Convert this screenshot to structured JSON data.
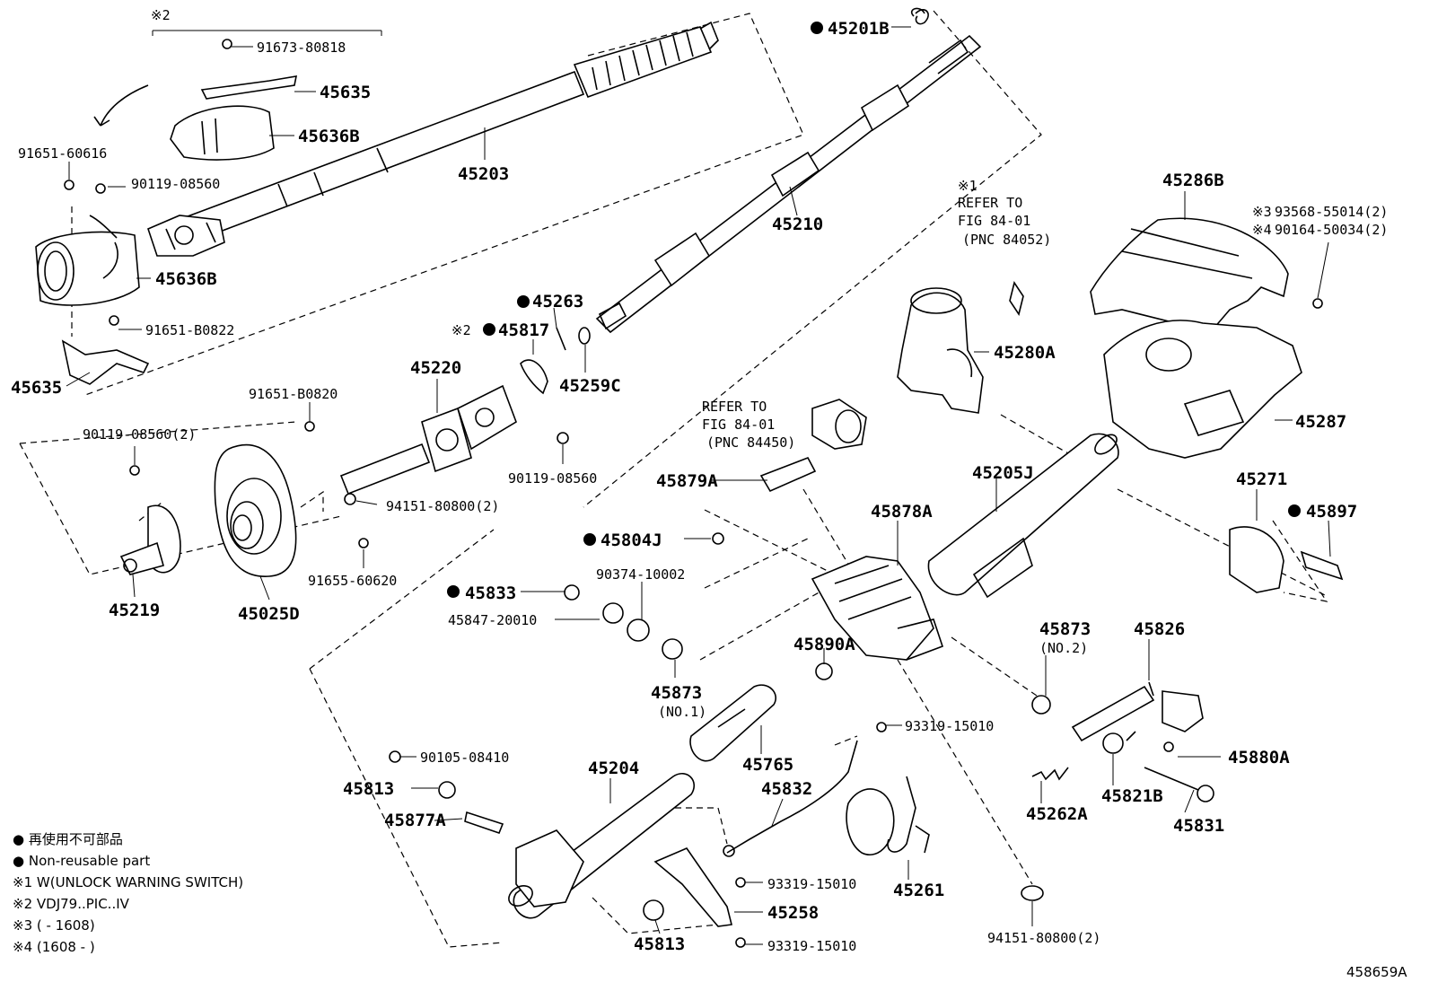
{
  "figure_id": "458659A",
  "callouts": {
    "c_45201B": "45201B",
    "c_91673": "91673-80818",
    "c_45635_top": "45635",
    "c_45636B_top": "45636B",
    "c_91651_60616": "91651-60616",
    "c_90119_08560_a": "90119-08560",
    "c_45203": "45203",
    "c_45636B_mid": "45636B",
    "c_91651_B0822": "91651-B0822",
    "c_45635_low": "45635",
    "c_45210": "45210",
    "c_45263": "45263",
    "c_45817": "45817",
    "c_45259C": "45259C",
    "c_45220": "45220",
    "c_91651_B0820": "91651-B0820",
    "c_90119_08560_2": "90119-08560(2)",
    "c_90119_08560_b": "90119-08560",
    "c_94151_a": "94151-80800(2)",
    "c_91655": "91655-60620",
    "c_45219": "45219",
    "c_45025D": "45025D",
    "c_45280A": "45280A",
    "c_45286B": "45286B",
    "c_93568": "93568-55014(2)",
    "c_90164": "90164-50034(2)",
    "c_45287": "45287",
    "c_45879A": "45879A",
    "c_45205J": "45205J",
    "c_45804J": "45804J",
    "c_45878A": "45878A",
    "c_45271": "45271",
    "c_45897": "45897",
    "c_90374": "90374-10002",
    "c_45833": "45833",
    "c_45847": "45847-20010",
    "c_45873_no1": "45873",
    "c_no1": "(NO.1)",
    "c_45890A": "45890A",
    "c_45873_no2": "45873",
    "c_no2": "(NO.2)",
    "c_45826": "45826",
    "c_93319_a": "93319-15010",
    "c_45880A": "45880A",
    "c_45821B": "45821B",
    "c_45831": "45831",
    "c_45262A": "45262A",
    "c_90105": "90105-08410",
    "c_45813_a": "45813",
    "c_45877A": "45877A",
    "c_45204": "45204",
    "c_45765": "45765",
    "c_45832": "45832",
    "c_45261": "45261",
    "c_93319_b": "93319-15010",
    "c_45258": "45258",
    "c_45813_b": "45813",
    "c_93319_c": "93319-15010",
    "c_94151_b": "94151-80800(2)"
  },
  "notes": {
    "mark2_top": "※2",
    "mark2_45817": "※2",
    "refer1_mark": "※1",
    "refer1_line1": "REFER TO",
    "refer1_line2": "FIG 84-01",
    "refer1_line3": "(PNC 84052)",
    "refer2_line1": "REFER TO",
    "refer2_line2": "FIG 84-01",
    "refer2_line3": "(PNC 84450)",
    "mark3": "※3",
    "mark4": "※4"
  },
  "legend": {
    "line_jp": "● 再使用不可部品",
    "line_en": "● Non-reusable part",
    "line_n1": "※1  W(UNLOCK WARNING SWITCH)",
    "line_n2": "※2  VDJ79..PIC..IV",
    "line_n3": "※3 (          - 1608)",
    "line_n4": "※4 (1608  -          )"
  }
}
